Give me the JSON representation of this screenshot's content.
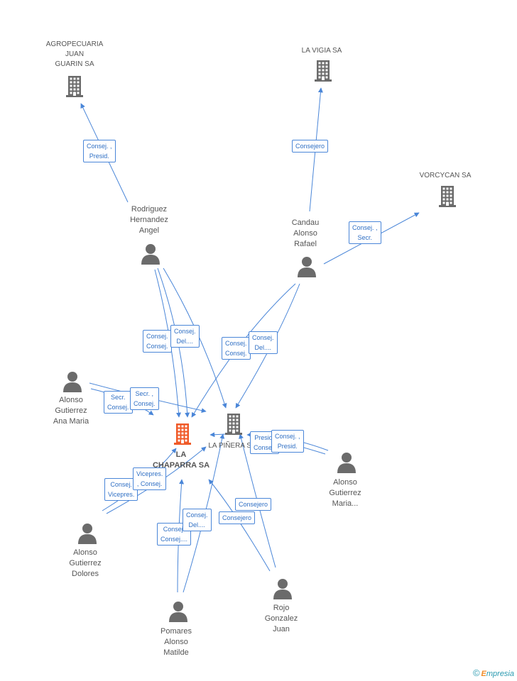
{
  "nodes": {
    "agropecuaria": {
      "label": "AGROPECUARIA\nJUAN\nGUARIN SA",
      "icon": "building-icon"
    },
    "la_vigia": {
      "label": "LA VIGIA SA",
      "icon": "building-icon"
    },
    "vorcycan": {
      "label": "VORCYCAN SA",
      "icon": "building-icon"
    },
    "rodriguez": {
      "label": "Rodriguez\nHernandez\nAngel",
      "icon": "person-icon"
    },
    "candau": {
      "label": "Candau\nAlonso\nRafael",
      "icon": "person-icon"
    },
    "alonso_ana": {
      "label": "Alonso\nGutierrez\nAna Maria",
      "icon": "person-icon"
    },
    "la_chaparra": {
      "label": "LA\nCHAPARRA SA",
      "icon": "building-icon"
    },
    "la_pinera": {
      "label": "LA PIÑERA SA",
      "icon": "building-icon"
    },
    "alonso_maria": {
      "label": "Alonso\nGutierrez\nMaria...",
      "icon": "person-icon"
    },
    "alonso_dolores": {
      "label": "Alonso\nGutierrez\nDolores",
      "icon": "person-icon"
    },
    "pomares": {
      "label": "Pomares\nAlonso\nMatilde",
      "icon": "person-icon"
    },
    "rojo": {
      "label": "Rojo\nGonzalez\nJuan",
      "icon": "person-icon"
    }
  },
  "edge_labels": {
    "rod_agro": "Consej. ,\nPresid.",
    "candau_vigia": "Consejero",
    "candau_vorcy": "Consej. ,\nSecr.",
    "rod_a1": "Consej.\nConsej.",
    "rod_a2": "Consej.\nDel....",
    "candau_a1": "Consej.\nConsej.",
    "candau_a2": "Consej.\nDel....",
    "ana_a1": "Secr.\nConsej.",
    "ana_a2": "Secr. ,\nConsej.",
    "maria_a1": "Presid.\nConsej.",
    "maria_a2": "Consej. ,\nPresid.",
    "dol_a1": "Consej.\nVicepres.",
    "dol_a2": "Vicepres.\n, Consej.",
    "rojo_a1": "Consejero",
    "rojo_a2": "Consejero",
    "pom_a1": "Consej.\nConsej....",
    "pom_a2": "Consej.\nDel...."
  },
  "colors": {
    "edge": "#4a86d8",
    "node_icon": "#6b6b6b",
    "focal_icon": "#f05a28",
    "label_text": "#2f6fc4"
  },
  "brand": {
    "copyright": "©",
    "first": "E",
    "rest": "mpresia"
  }
}
